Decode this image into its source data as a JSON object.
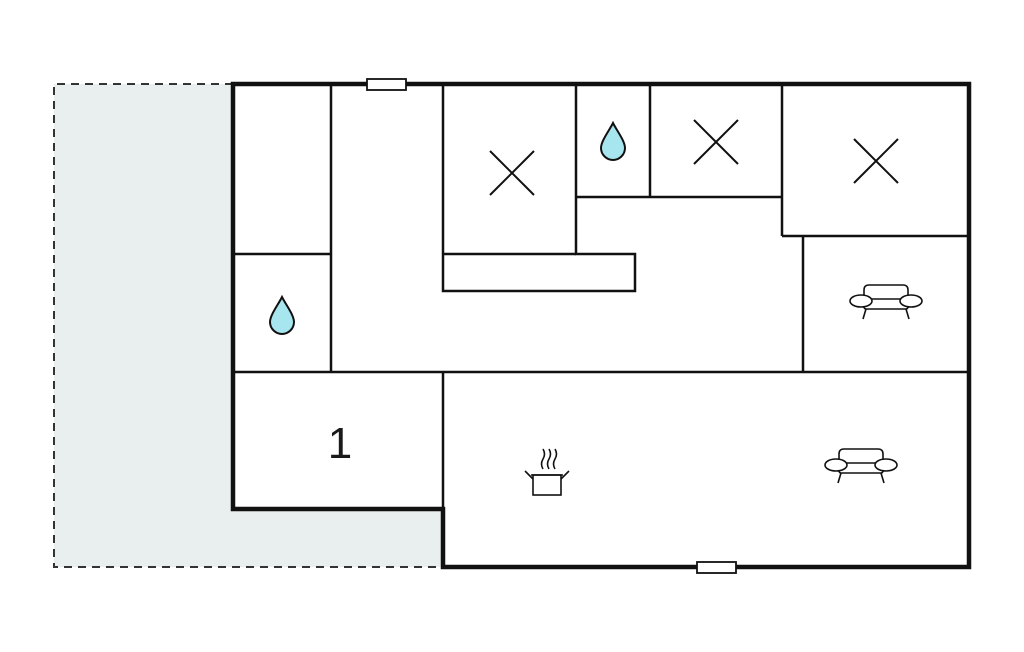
{
  "colors": {
    "wall": "#111111",
    "terrace_fill": "#e9eeee",
    "terrace_border": "#333333",
    "water_drop": "#a8e6ef",
    "background": "#ffffff"
  },
  "rooms": {
    "bedroom_1": {
      "icon": "bed-cross-icon"
    },
    "bedroom_2": {
      "icon": "bed-cross-icon"
    },
    "bedroom_3": {
      "icon": "bed-cross-icon"
    },
    "bathroom_1": {
      "icon": "water-drop-icon"
    },
    "bathroom_2": {
      "icon": "water-drop-icon"
    },
    "living_room": {
      "icon": "sofa-icon"
    },
    "kitchen_living": {
      "icons": [
        "cooking-pot-icon",
        "sofa-icon"
      ]
    },
    "storage": {
      "label": "1"
    },
    "terrace": {
      "style": "dashed-outline"
    }
  },
  "openings": [
    "window-top",
    "window-bottom"
  ]
}
